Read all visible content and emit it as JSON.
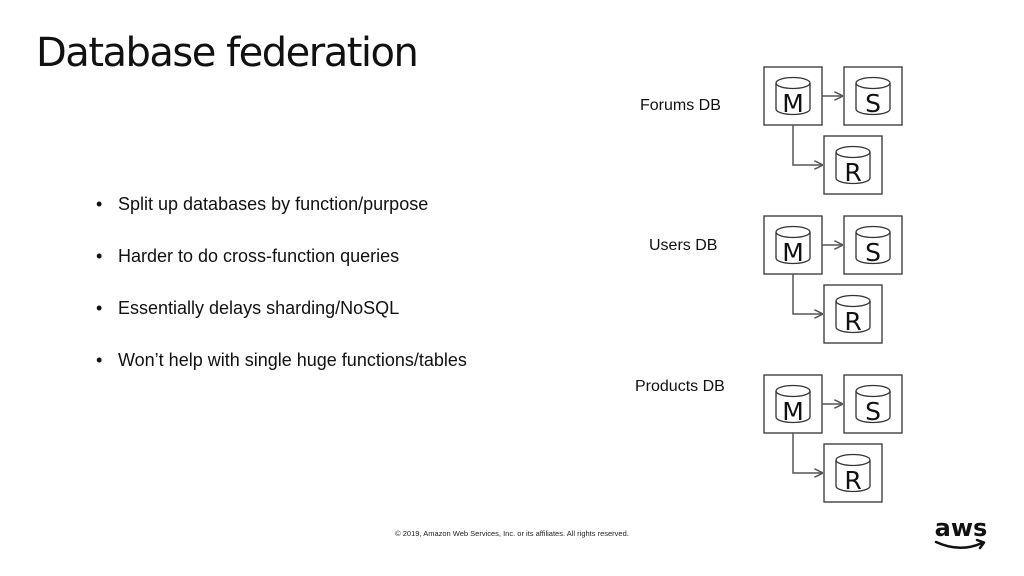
{
  "slide": {
    "title": "Database federation",
    "bullets": [
      "Split up databases by function/purpose",
      "Harder to do cross-function queries",
      "Essentially delays sharding/NoSQL",
      "Won’t help with single huge functions/tables"
    ],
    "bullet_glyph": "•",
    "footer": "© 2019, Amazon Web Services, Inc. or its affiliates. All rights reserved.",
    "logo_text": "aws"
  },
  "diagram": {
    "groups": [
      {
        "label": "Forums DB",
        "master": "M",
        "standby": "S",
        "replica": "R"
      },
      {
        "label": "Users DB",
        "master": "M",
        "standby": "S",
        "replica": "R"
      },
      {
        "label": "Products DB",
        "master": "M",
        "standby": "S",
        "replica": "R"
      }
    ],
    "colors": {
      "stroke": "#333333",
      "arrow": "#555555",
      "logo_smile": "#111111"
    }
  }
}
